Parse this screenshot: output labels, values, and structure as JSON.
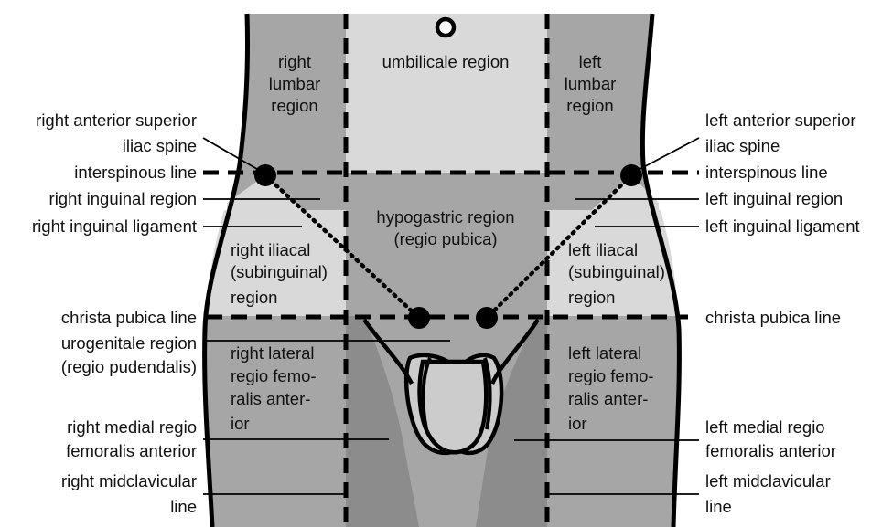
{
  "regions": {
    "umbilicale": "umbilicale region",
    "right_lumbar": [
      "right",
      "lumbar",
      "region"
    ],
    "left_lumbar": [
      "left",
      "lumbar",
      "region"
    ],
    "hypogastric": [
      "hypogastric region",
      "(regio pubica)"
    ],
    "right_iliacal": [
      "right iliacal",
      "(subinguinal)",
      "region"
    ],
    "left_iliacal": [
      "left iliacal",
      "(subinguinal)",
      "region"
    ],
    "right_lateral_femoral": [
      "right lateral",
      "regio femo-",
      "ralis anter-",
      "ior"
    ],
    "left_lateral_femoral": [
      "left lateral",
      "regio femo-",
      "ralis anter-",
      "ior"
    ]
  },
  "left_labels": {
    "right_asis": [
      "right anterior superior",
      "iliac spine"
    ],
    "interspinous": "interspinous line",
    "right_inguinal_region": "right inguinal region",
    "right_inguinal_ligament": "right inguinal ligament",
    "christa_pubica": "christa pubica line",
    "urogenitale": [
      "urogenitale region",
      "(regio pudendalis)"
    ],
    "right_medial_femoral": [
      "right medial regio",
      "femoralis anterior"
    ],
    "right_midclavicular": [
      "right midclavicular",
      "line"
    ]
  },
  "right_labels": {
    "left_asis": [
      "left anterior superior",
      "iliac spine"
    ],
    "interspinous": "interspinous line",
    "left_inguinal_region": "left inguinal region",
    "left_inguinal_ligament": "left inguinal ligament",
    "christa_pubica": "christa pubica line",
    "left_medial_femoral": [
      "left medial regio",
      "femoralis anterior"
    ],
    "left_midclavicular": [
      "left midclavicular",
      "line"
    ]
  },
  "colors": {
    "dark_gray": "#a6a6a6",
    "light_gray": "#d9d9d9",
    "darker_gray": "#8c8c8c",
    "genital_gray": "#cccccc",
    "ink": "#000000"
  }
}
